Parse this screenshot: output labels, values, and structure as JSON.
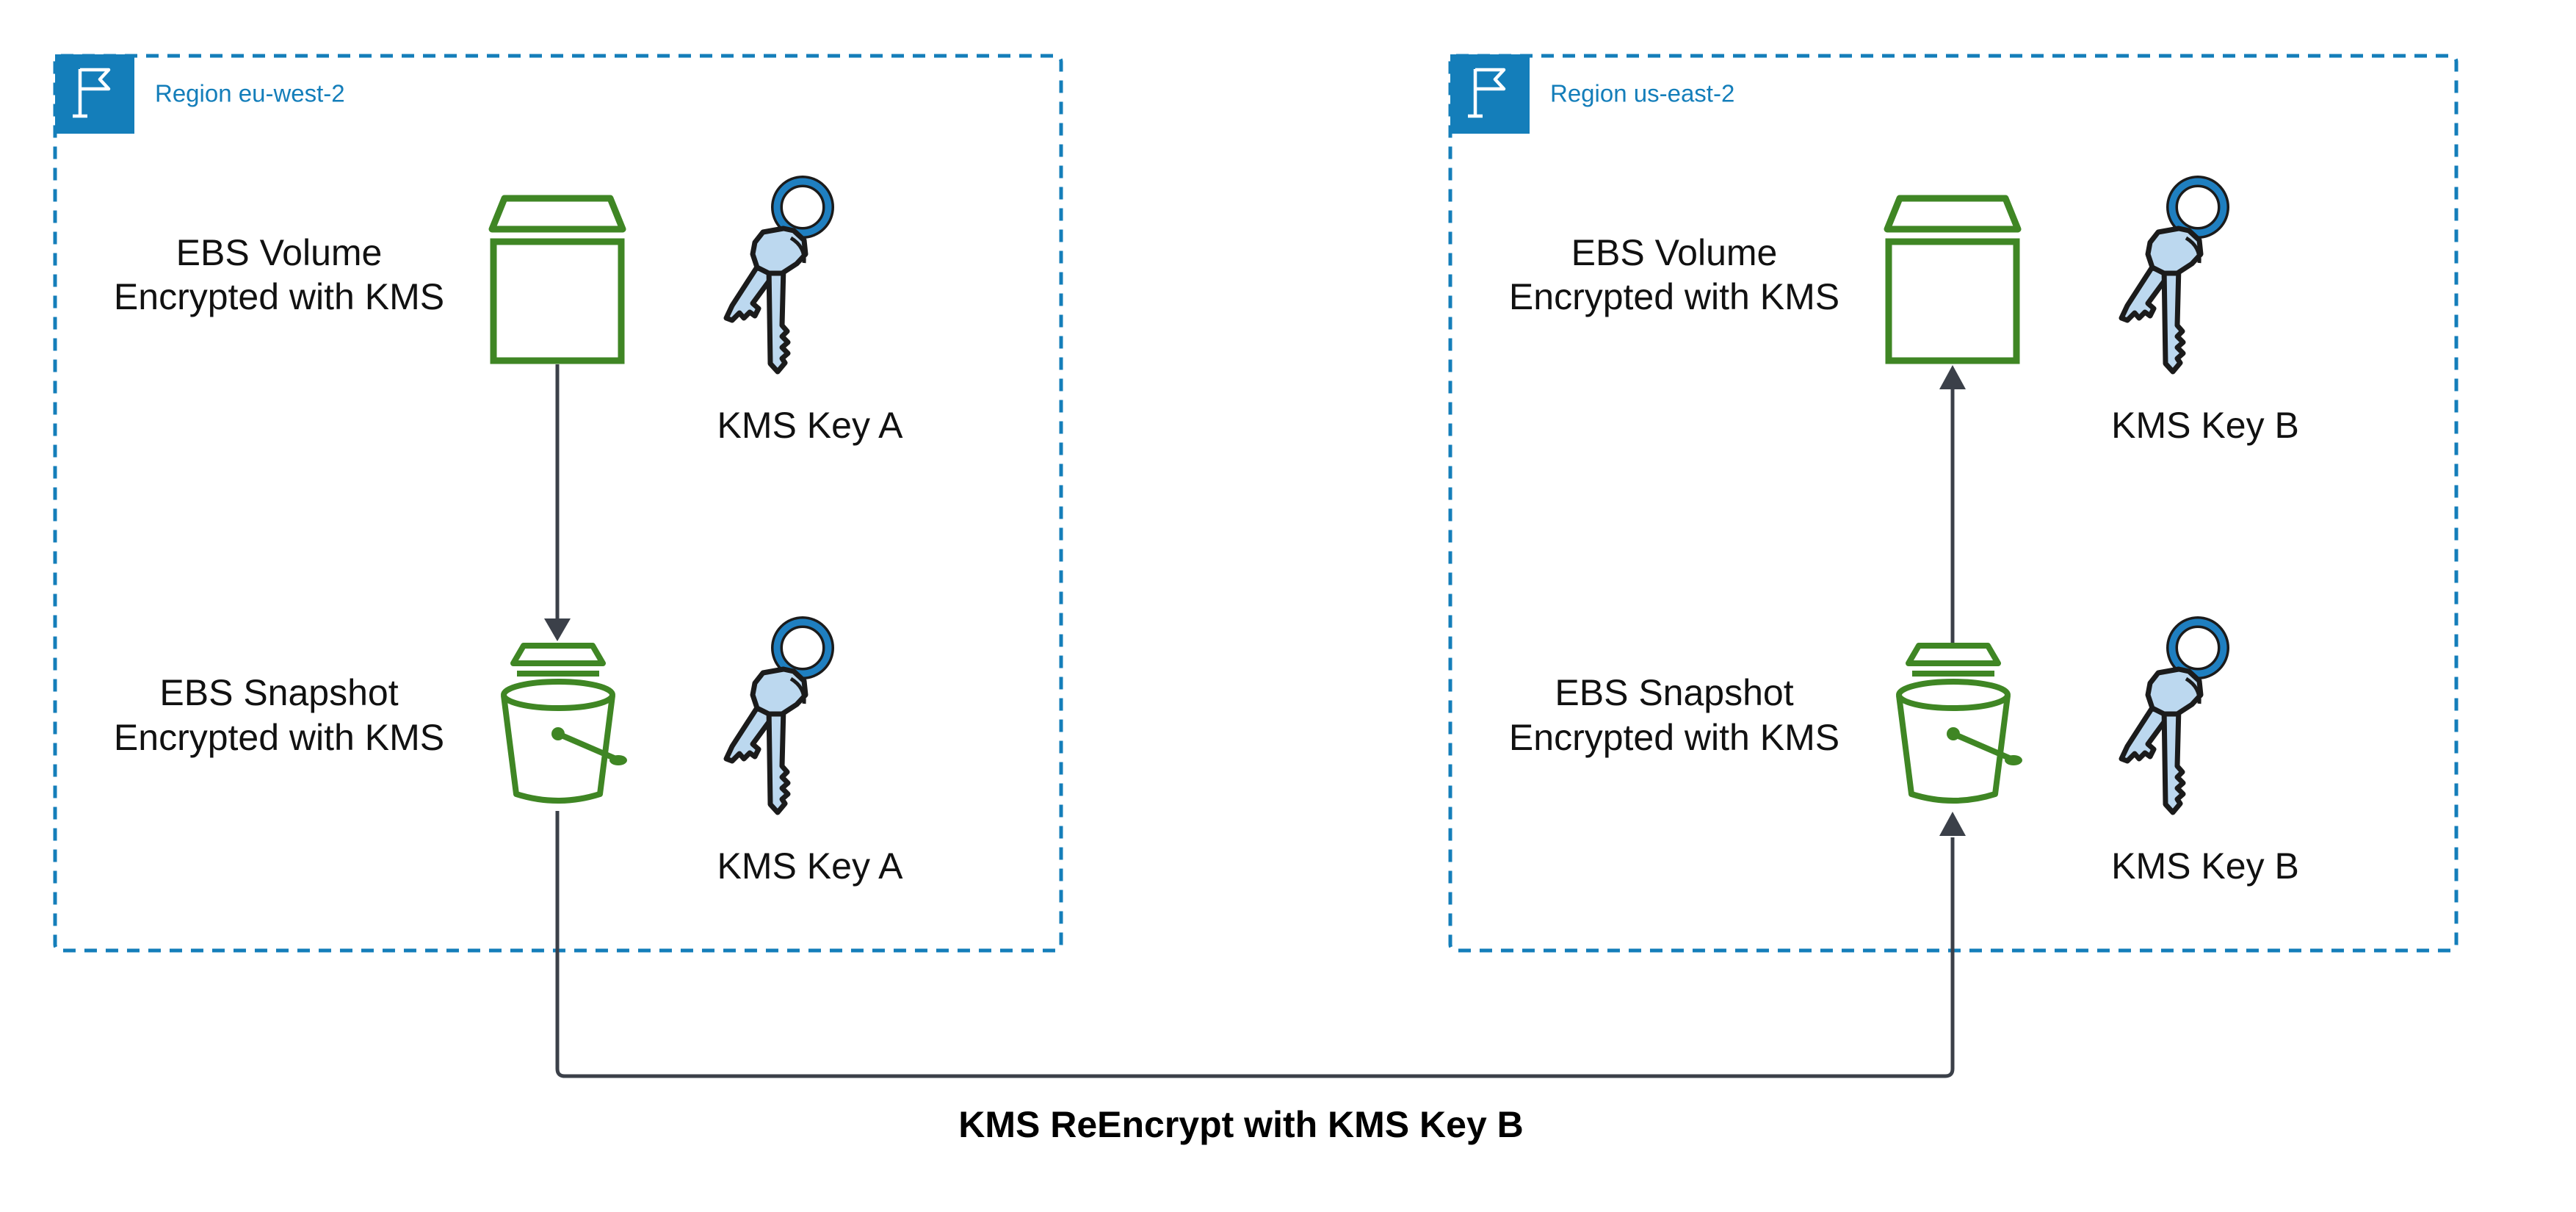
{
  "colors": {
    "region_border": "#147eba",
    "region_label": "#147eba",
    "storage_green": "#3f8624",
    "connector": "#3b4049",
    "key_fill": "#bcd8ef",
    "key_ring": "#1f7fc0",
    "key_outline": "#1b1b1b"
  },
  "regions": [
    {
      "label": "Region eu-west-2",
      "icon": "region-flag-icon",
      "volume": {
        "line1": "EBS Volume",
        "line2": "Encrypted with KMS",
        "icon": "ebs-volume-icon"
      },
      "snapshot": {
        "line1": "EBS Snapshot",
        "line2": "Encrypted with KMS",
        "icon": "ebs-snapshot-bucket-icon"
      },
      "volume_key": {
        "label": "KMS Key A",
        "icon": "kms-keys-icon"
      },
      "snapshot_key": {
        "label": "KMS Key A",
        "icon": "kms-keys-icon"
      }
    },
    {
      "label": "Region us-east-2",
      "icon": "region-flag-icon",
      "volume": {
        "line1": "EBS Volume",
        "line2": "Encrypted with KMS",
        "icon": "ebs-volume-icon"
      },
      "snapshot": {
        "line1": "EBS Snapshot",
        "line2": "Encrypted with KMS",
        "icon": "ebs-snapshot-bucket-icon"
      },
      "volume_key": {
        "label": "KMS Key B",
        "icon": "kms-keys-icon"
      },
      "snapshot_key": {
        "label": "KMS Key B",
        "icon": "kms-keys-icon"
      }
    }
  ],
  "connector_label": "KMS ReEncrypt with KMS Key B"
}
